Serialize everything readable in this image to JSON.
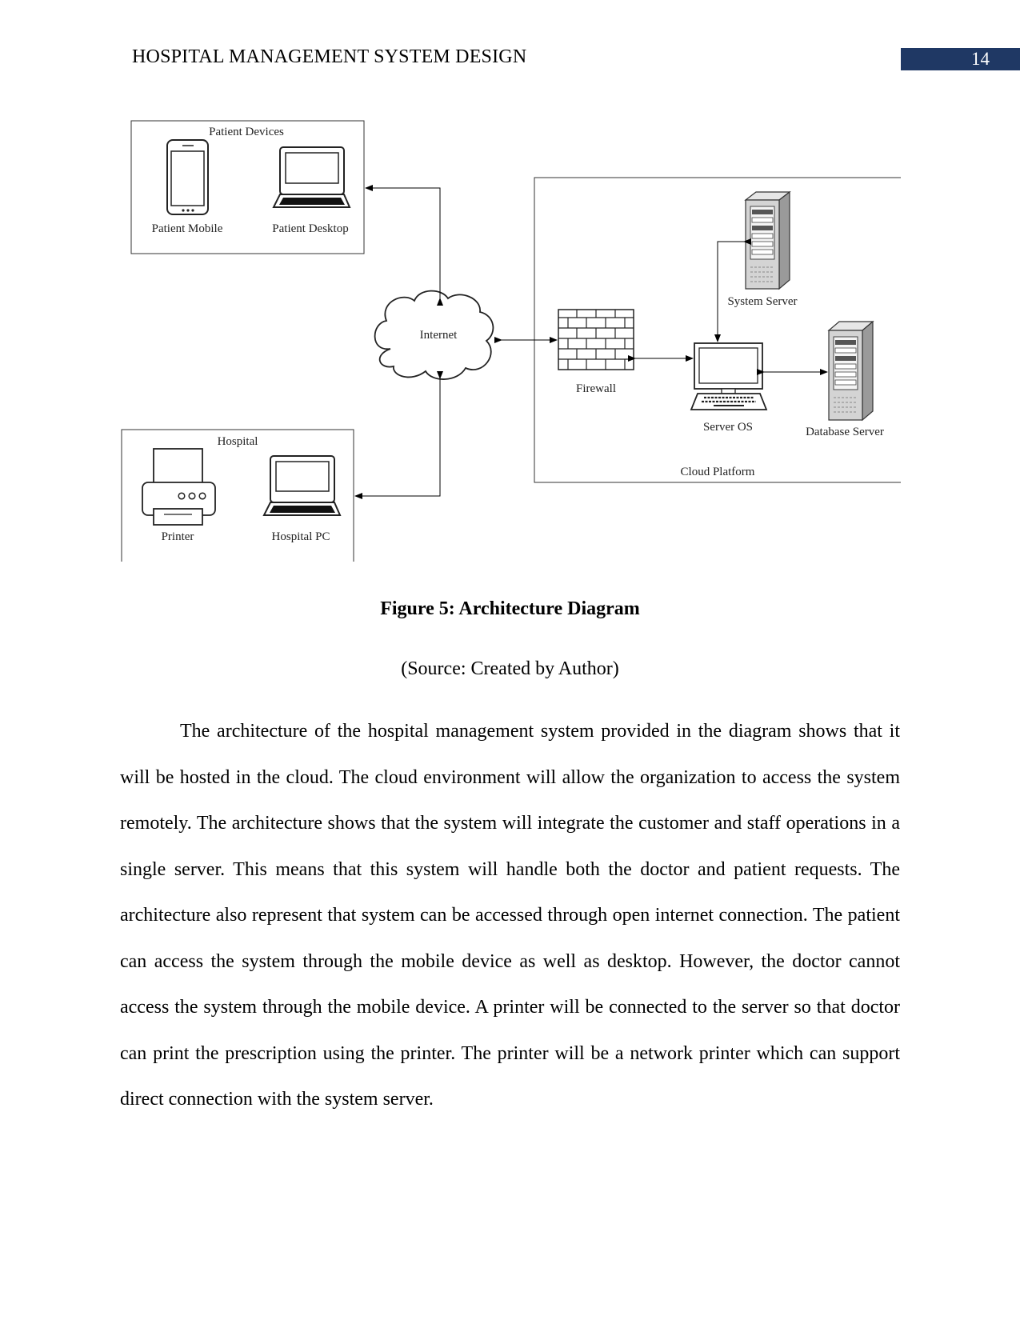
{
  "header": {
    "running_head": "HOSPITAL MANAGEMENT SYSTEM DESIGN",
    "page_number": "14"
  },
  "diagram": {
    "patient_devices": {
      "title": "Patient Devices",
      "mobile": "Patient Mobile",
      "desktop": "Patient Desktop"
    },
    "internet": "Internet",
    "hospital": {
      "title": "Hospital",
      "printer": "Printer",
      "pc": "Hospital PC"
    },
    "cloud": {
      "title": "Cloud Platform",
      "firewall": "Firewall",
      "system_server": "System Server",
      "server_os": "Server OS",
      "database_server": "Database Server"
    }
  },
  "figure": {
    "caption": "Figure 5: Architecture Diagram",
    "source": "(Source: Created by Author)"
  },
  "body": {
    "paragraph": "The architecture of the hospital management system provided in the diagram shows that it will be hosted in the cloud. The cloud environment will allow the organization to access the system remotely. The architecture shows that the system will integrate the customer and staff operations in a single server. This means that this system will handle both the doctor and patient requests. The architecture also represent that system can be accessed through open internet connection. The patient can access the system through the mobile device as well as desktop. However, the doctor cannot access the system through the mobile device. A printer will be connected to the server so that doctor can print the prescription using the printer. The printer will be a network printer which can support direct connection with the system server."
  }
}
